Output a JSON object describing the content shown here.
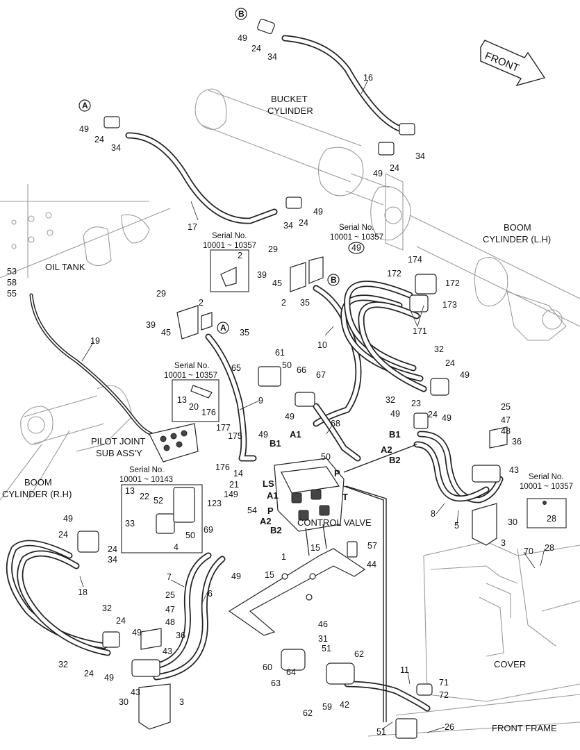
{
  "labels": {
    "bucket_cylinder_1": "BUCKET",
    "bucket_cylinder_2": "CYLINDER",
    "boom_lh_1": "BOOM",
    "boom_lh_2": "CYLINDER (L.H)",
    "boom_rh_1": "BOOM",
    "boom_rh_2": "CYLINDER (R.H)",
    "oil_tank": "OIL TANK",
    "pilot_joint_1": "PILOT JOINT",
    "pilot_joint_2": "SUB ASS'Y",
    "control_valve": "CONTROL VALVE",
    "cover": "COVER",
    "front_frame": "FRONT FRAME",
    "front": "FRONT"
  },
  "serial_boxes": [
    {
      "title": "Serial No.",
      "range": "10001 ~ 10357",
      "part": "2"
    },
    {
      "title": "Serial No.",
      "range": "10001 ~ 10357",
      "part": "49"
    },
    {
      "title": "Serial No.",
      "range": "10001 ~ 10357",
      "part": "28"
    },
    {
      "title": "Serial No.",
      "range": "10001 ~ 10357",
      "parts": [
        "13",
        "20",
        "176"
      ]
    },
    {
      "title": "Serial No.",
      "range": "10001 ~ 10143",
      "parts": [
        "13",
        "22",
        "52",
        "33",
        "50",
        "4"
      ]
    }
  ],
  "circle_refs": [
    "A",
    "B",
    "A",
    "B"
  ],
  "ports": [
    "LS",
    "A1",
    "P",
    "A2",
    "B2",
    "B1",
    "A1",
    "B1",
    "A2",
    "B2",
    "P",
    "T"
  ],
  "part_numbers": {
    "top_hose_16": [
      "49",
      "24",
      "34",
      "16",
      "24",
      "49",
      "34"
    ],
    "hose_17": [
      "49",
      "24",
      "34",
      "17",
      "34",
      "24",
      "49"
    ],
    "left_tank": [
      "53",
      "58",
      "55",
      "19"
    ],
    "brackets_mid": [
      "29",
      "39",
      "45",
      "2",
      "35",
      "29",
      "39",
      "45",
      "2",
      "35",
      "10"
    ],
    "valve_area": [
      "61",
      "65",
      "66",
      "67",
      "50",
      "9",
      "68",
      "49",
      "177",
      "175",
      "176",
      "49",
      "14",
      "21",
      "54",
      "149",
      "123",
      "50",
      "69",
      "57",
      "44",
      "15",
      "15",
      "1",
      "46",
      "31"
    ],
    "boom_lh": [
      "174",
      "172",
      "172",
      "173",
      "171",
      "32",
      "24",
      "49",
      "32",
      "23",
      "24",
      "49",
      "49",
      "25",
      "47",
      "48",
      "36",
      "43",
      "8",
      "5",
      "30",
      "3",
      "70",
      "28"
    ],
    "boom_rh": [
      "49",
      "24",
      "24",
      "34",
      "18",
      "7",
      "6",
      "49",
      "32",
      "24",
      "32",
      "24",
      "49",
      "49",
      "36",
      "25",
      "47",
      "48",
      "43",
      "43",
      "30",
      "3"
    ],
    "bottom": [
      "60",
      "51",
      "62",
      "63",
      "64",
      "62",
      "59",
      "42",
      "11",
      "71",
      "72",
      "51",
      "26"
    ]
  }
}
